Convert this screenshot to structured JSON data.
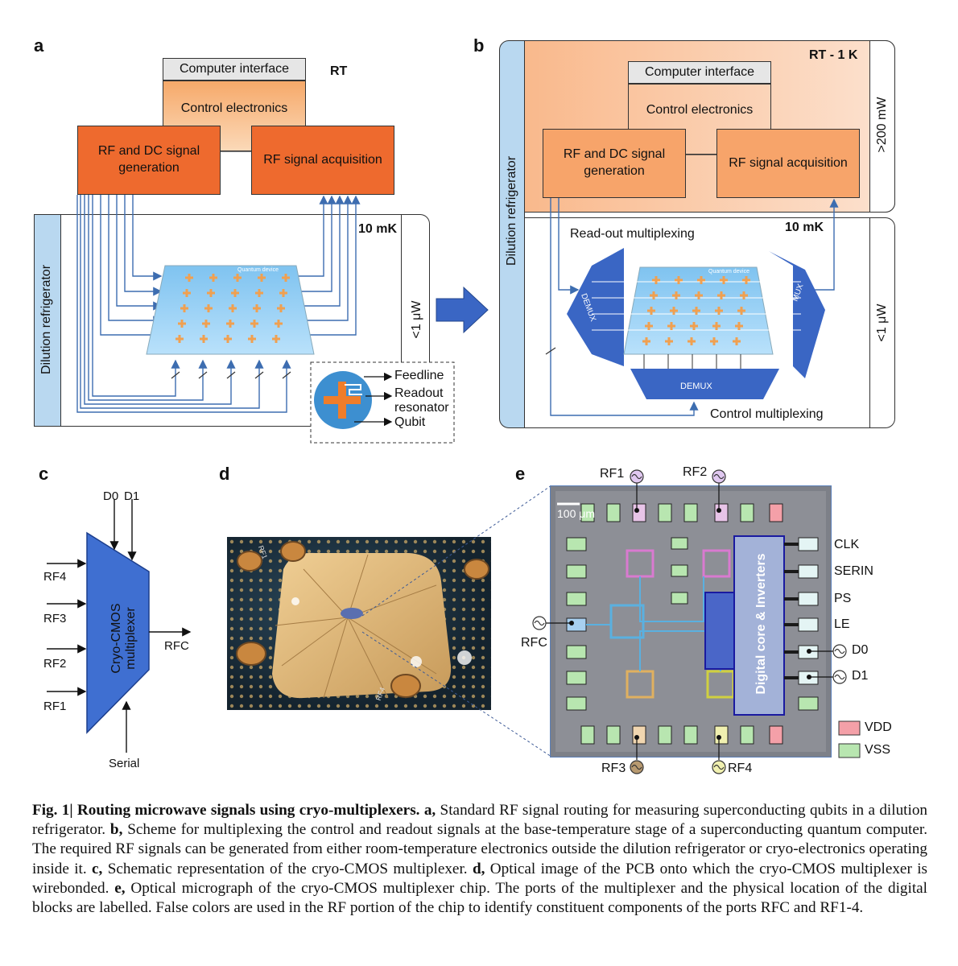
{
  "panel_a": {
    "label": "a",
    "computer_interface": "Computer interface",
    "control_electronics": "Control electronics",
    "rf_dc_generation": "RF and DC signal generation",
    "rf_acquisition": "RF signal acquisition",
    "rt": "RT",
    "temp_10mk": "10 mK",
    "power": "<1 μW",
    "fridge": "Dilution refrigerator",
    "device_label": "Quantum device",
    "legend": {
      "feedline": "Feedline",
      "readout": "Readout resonator",
      "qubit": "Qubit"
    }
  },
  "panel_b": {
    "label": "b",
    "computer_interface": "Computer interface",
    "control_electronics": "Control electronics",
    "rf_dc_generation": "RF and DC signal generation",
    "rf_acquisition": "RF signal acquisition",
    "rt_1k": "RT - 1 K",
    "power_high": ">200 mW",
    "temp_10mk": "10 mK",
    "power_low": "<1 μW",
    "fridge": "Dilution refrigerator",
    "readout_mux": "Read-out multiplexing",
    "control_mux": "Control multiplexing",
    "demux_left": "DEMUX",
    "mux_right": "MUX",
    "demux_bottom": "DEMUX",
    "device_label": "Quantum device"
  },
  "panel_c": {
    "label": "c",
    "d0": "D0",
    "d1": "D1",
    "rf4": "RF4",
    "rf3": "RF3",
    "rf2": "RF2",
    "rf1": "RF1",
    "rfc": "RFC",
    "serial": "Serial",
    "block": "Cryo-CMOS multiplexer"
  },
  "panel_d": {
    "label": "d",
    "rf1": "RF1",
    "rf4": "RF4"
  },
  "panel_e": {
    "label": "e",
    "rf1": "RF1",
    "rf2": "RF2",
    "rf3": "RF3",
    "rf4": "RF4",
    "rfc": "RFC",
    "scale": "100 μm",
    "clk": "CLK",
    "serin": "SERIN",
    "ps": "PS",
    "le": "LE",
    "d0": "D0",
    "d1": "D1",
    "digital_core": "Digital core & Inverters",
    "vdd": "VDD",
    "vss": "VSS",
    "colors": {
      "vdd": "#f4a0a8",
      "vss": "#b8e6b0",
      "digital": "#1a1aa0"
    }
  },
  "caption": {
    "fig": "Fig. 1| Routing microwave signals using cryo-multiplexers.",
    "a_label": "a,",
    "a_text": "Standard RF signal routing for measuring superconducting qubits in a dilution refrigerator.",
    "b_label": "b,",
    "b_text": "Scheme for multiplexing the control and readout signals at the base-temperature stage of a superconducting quantum computer. The required RF signals can be generated from either room-temperature electronics outside the dilution refrigerator or cryo-electronics operating inside it.",
    "c_label": "c,",
    "c_text": "Schematic representation of the cryo-CMOS multiplexer.",
    "d_label": "d,",
    "d_text": "Optical image of the PCB onto which the cryo-CMOS multiplexer is wirebonded.",
    "e_label": "e,",
    "e_text": "Optical micrograph of the cryo-CMOS multiplexer chip. The ports of the multiplexer and the physical location of the digital blocks are labelled. False colors are used in the RF portion of the chip to identify constituent components of the ports RFC and RF1-4."
  }
}
